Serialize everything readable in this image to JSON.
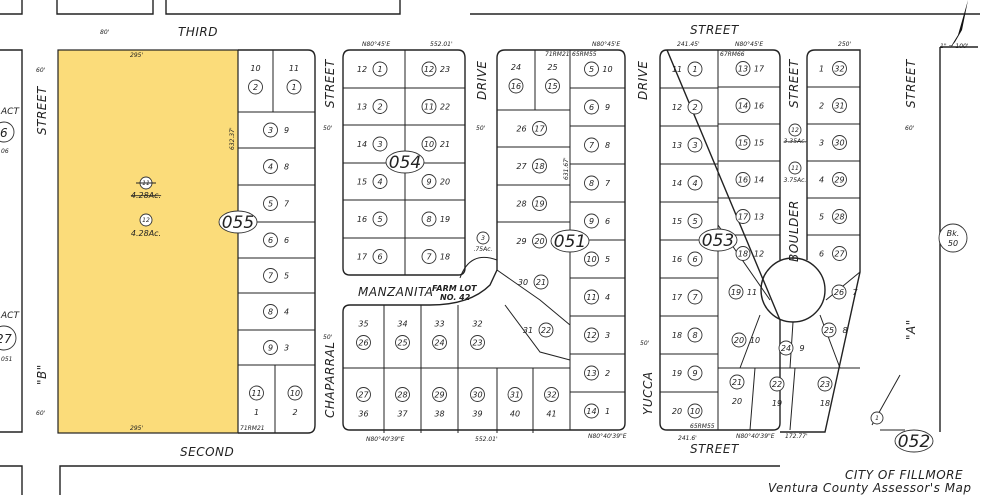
{
  "highlight_color": "#fbdc7a",
  "streets": {
    "third": "THIRD",
    "street_top": "STREET",
    "second": "SECOND",
    "street_bottom": "STREET",
    "street_left": "STREET",
    "b_label": "\"B\"",
    "street_055": "STREET",
    "chaparral": "CHAPARRAL",
    "drive_left": "DRIVE",
    "drive_right": "DRIVE",
    "yucca": "YUCCA",
    "boulder": "BOULDER",
    "street_boulder": "STREET",
    "street_right": "STREET",
    "a_label": "\"A\"",
    "manzanita": "MANZANITA"
  },
  "widths": {
    "w60": "60'",
    "w50": "50'",
    "w80": "80'"
  },
  "farm_lot": {
    "line1": "FARM LOT",
    "line2": "NO. 42"
  },
  "block_ids": {
    "b055": "055",
    "b054": "054",
    "b051": "051",
    "b053": "053",
    "b052": "052"
  },
  "book_ref": {
    "line1": "Bk.",
    "line2": "50"
  },
  "scale": "1\" = 100'",
  "footer": {
    "city": "CITY OF FILLMORE",
    "subtitle": "Ventura County Assessor's Map"
  },
  "left_neighbors": [
    {
      "label": "ACT",
      "parcel": "6",
      "num": "06"
    },
    {
      "label": "ACT",
      "parcel": "27",
      "num": "051"
    }
  ],
  "recordings": {
    "r1": "71RM21",
    "r2": "65RM55",
    "r3": "67RM66",
    "r4": "65RM55",
    "r5": "71RM21"
  },
  "dimensions": {
    "d1": "295'",
    "d2": "552.01'",
    "d3": "N80°45'E",
    "d4": "241.45'",
    "d5": "250'",
    "d6": "295'",
    "d7": "N80°40'39\"E",
    "d8": "552.01'",
    "d9": "241.6'",
    "d10": "172.77'",
    "d11": "632.37'",
    "d12": "631.67'"
  },
  "special": {
    "yellow_old_parcel": "11",
    "yellow_old_area": "4.28Ac.",
    "yellow_parcel": "12",
    "yellow_area": "4.28Ac.",
    "boulder_old_parcel": "12",
    "boulder_old_area": "3.35Ac.",
    "boulder_parcel": "11",
    "boulder_area": "3.75Ac.",
    "drive_parcel": "3",
    "drive_area": ".75Ac.",
    "b052_parcel": "1"
  },
  "blocks": {
    "b055": [
      [
        {
          "lot": "10",
          "parcel": "2"
        },
        {
          "lot": "11",
          "parcel": "1"
        }
      ],
      [
        {
          "parcel": "3",
          "lot": "9"
        }
      ],
      [
        {
          "parcel": "4",
          "lot": "8"
        }
      ],
      [
        {
          "parcel": "5",
          "lot": "7"
        }
      ],
      [
        {
          "parcel": "6",
          "lot": "6"
        }
      ],
      [
        {
          "parcel": "7",
          "lot": "5"
        }
      ],
      [
        {
          "parcel": "8",
          "lot": "4"
        }
      ],
      [
        {
          "parcel": "9",
          "lot": "3"
        }
      ],
      [
        {
          "parcel": "11",
          "lot": "1"
        },
        {
          "parcel": "10",
          "lot": "2"
        }
      ]
    ],
    "b054": [
      [
        {
          "lot": "12",
          "parcel": "1"
        },
        {
          "parcel": "12",
          "lot": "23"
        }
      ],
      [
        {
          "lot": "13",
          "parcel": "2"
        },
        {
          "parcel": "11",
          "lot": "22"
        }
      ],
      [
        {
          "lot": "14",
          "parcel": "3"
        },
        {
          "parcel": "10",
          "lot": "21"
        }
      ],
      [
        {
          "lot": "15",
          "parcel": "4"
        },
        {
          "parcel": "9",
          "lot": "20"
        }
      ],
      [
        {
          "lot": "16",
          "parcel": "5"
        },
        {
          "parcel": "8",
          "lot": "19"
        }
      ],
      [
        {
          "lot": "17",
          "parcel": "6"
        },
        {
          "parcel": "7",
          "lot": "18"
        }
      ]
    ],
    "b054_south": [
      [
        {
          "lot": "35",
          "parcel": "26"
        },
        {
          "lot": "34",
          "parcel": "25"
        },
        {
          "lot": "33",
          "parcel": "24"
        },
        {
          "lot": "32",
          "parcel": "23"
        }
      ],
      [
        {
          "parcel": "27",
          "lot": "36"
        },
        {
          "parcel": "28",
          "lot": "37"
        },
        {
          "parcel": "29",
          "lot": "38"
        },
        {
          "parcel": "30",
          "lot": "39"
        }
      ]
    ],
    "b051_east": [
      [
        {
          "parcel": "5",
          "lot": "10"
        }
      ],
      [
        {
          "parcel": "6",
          "lot": "9"
        }
      ],
      [
        {
          "parcel": "7",
          "lot": "8"
        }
      ],
      [
        {
          "parcel": "8",
          "lot": "7"
        }
      ],
      [
        {
          "parcel": "9",
          "lot": "6"
        }
      ],
      [
        {
          "parcel": "10",
          "lot": "5"
        }
      ],
      [
        {
          "parcel": "11",
          "lot": "4"
        }
      ],
      [
        {
          "parcel": "12",
          "lot": "3"
        }
      ],
      [
        {
          "parcel": "13",
          "lot": "2"
        }
      ],
      [
        {
          "parcel": "14",
          "lot": "1"
        }
      ]
    ],
    "b051_west": [
      [
        {
          "lot": "24",
          "parcel": "16"
        },
        {
          "lot": "25",
          "parcel": "15"
        }
      ],
      [
        {
          "lot": "26",
          "parcel": "17"
        }
      ],
      [
        {
          "lot": "27",
          "parcel": "18"
        }
      ],
      [
        {
          "lot": "28",
          "parcel": "19"
        }
      ],
      [
        {
          "lot": "29",
          "parcel": "20"
        }
      ]
    ],
    "b051_south": [
      [
        {
          "parcel": "31",
          "lot": "40"
        },
        {
          "parcel": "32",
          "lot": "41"
        }
      ]
    ],
    "b051_free": [
      {
        "lot": "30",
        "parcel": "21"
      },
      {
        "lot": "31",
        "parcel": "22"
      }
    ],
    "b053_west": [
      [
        {
          "lot": "11",
          "parcel": "1"
        }
      ],
      [
        {
          "lot": "12",
          "parcel": "2"
        }
      ],
      [
        {
          "lot": "13",
          "parcel": "3"
        }
      ],
      [
        {
          "lot": "14",
          "parcel": "4"
        }
      ],
      [
        {
          "lot": "15",
          "parcel": "5"
        }
      ],
      [
        {
          "lot": "16",
          "parcel": "6"
        }
      ],
      [
        {
          "lot": "17",
          "parcel": "7"
        }
      ],
      [
        {
          "lot": "18",
          "parcel": "8"
        }
      ],
      [
        {
          "lot": "19",
          "parcel": "9"
        }
      ],
      [
        {
          "lot": "20",
          "parcel": "10"
        }
      ]
    ],
    "b053_east": [
      [
        {
          "parcel": "13",
          "lot": "17"
        }
      ],
      [
        {
          "parcel": "14",
          "lot": "16"
        }
      ],
      [
        {
          "parcel": "15",
          "lot": "15"
        }
      ],
      [
        {
          "parcel": "16",
          "lot": "14"
        }
      ],
      [
        {
          "parcel": "17",
          "lot": "13"
        }
      ],
      [
        {
          "parcel": "18",
          "lot": "12"
        }
      ]
    ],
    "b053_free": [
      {
        "parcel": "19",
        "lot": "11"
      },
      {
        "parcel": "20",
        "lot": "10"
      },
      {
        "parcel": "21",
        "lot": "20"
      },
      {
        "parcel": "22",
        "lot": "19"
      },
      {
        "parcel": "23",
        "lot": "18"
      },
      {
        "parcel": "24",
        "lot": "9"
      },
      {
        "parcel": "25",
        "lot": "8"
      },
      {
        "parcel": "26",
        "lot": "7"
      }
    ],
    "boulder_east": [
      [
        {
          "lot": "1",
          "parcel": "32"
        }
      ],
      [
        {
          "lot": "2",
          "parcel": "31"
        }
      ],
      [
        {
          "lot": "3",
          "parcel": "30"
        }
      ],
      [
        {
          "lot": "4",
          "parcel": "29"
        }
      ],
      [
        {
          "lot": "5",
          "parcel": "28"
        }
      ],
      [
        {
          "lot": "6",
          "parcel": "27"
        }
      ]
    ]
  }
}
